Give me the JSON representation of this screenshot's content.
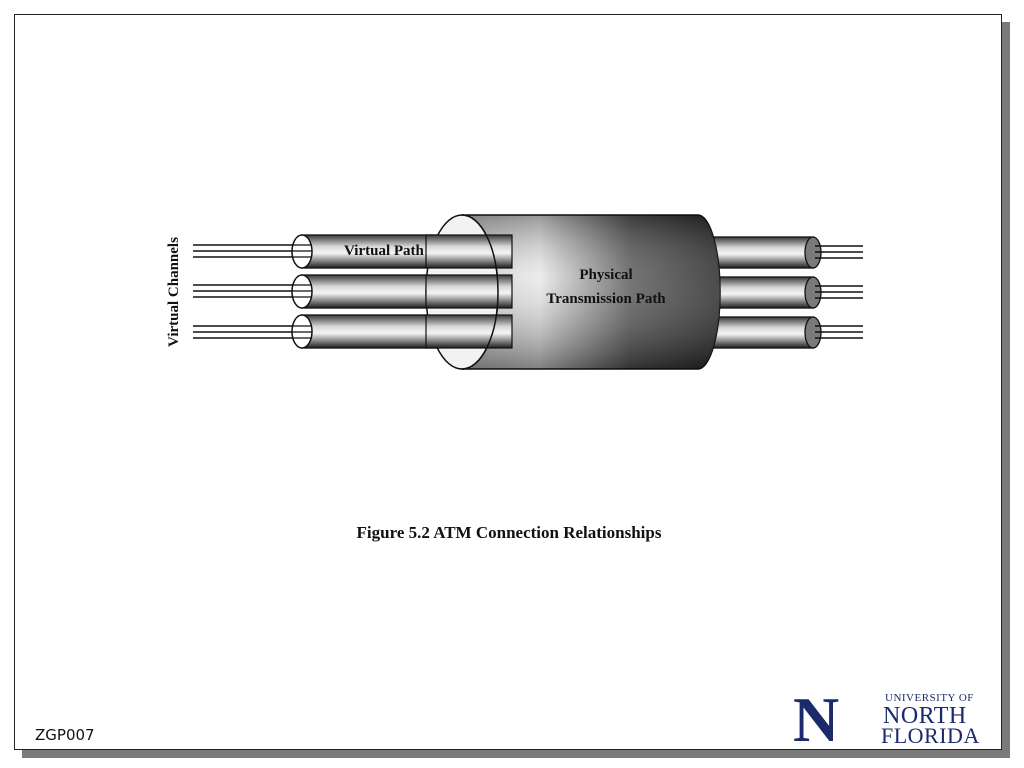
{
  "diagram": {
    "side_label": "Virtual Channels",
    "virtual_path_label": "Virtual Path",
    "physical_label_line1": "Physical",
    "physical_label_line2": "Transmission Path"
  },
  "caption": "Figure 5.2 ATM Connection Relationships",
  "slide_code": "ZGP007",
  "logo": {
    "line1": "UNIVERSITY OF",
    "line2": "NORTH",
    "line3": "FLORIDA",
    "letter": "N",
    "color": "#1b2a6b"
  }
}
